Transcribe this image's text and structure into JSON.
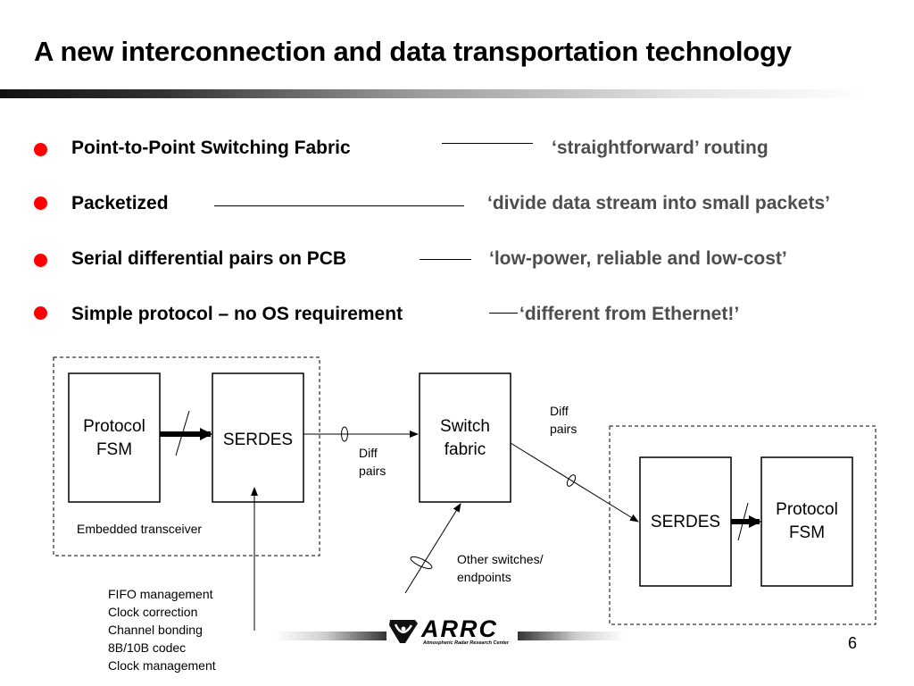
{
  "slide": {
    "title": "A new interconnection and data transportation technology",
    "page_number": "6"
  },
  "bullets": [
    {
      "text": "Point-to-Point Switching Fabric",
      "note": "‘straightforward’ routing"
    },
    {
      "text": "Packetized",
      "note": "‘divide data stream into small packets’"
    },
    {
      "text": "Serial differential pairs on PCB",
      "note": "‘low-power, reliable and low-cost’"
    },
    {
      "text": "Simple protocol – no OS requirement",
      "note": "‘different from Ethernet!’"
    }
  ],
  "diagram": {
    "left_protocol_fsm": {
      "line1": "Protocol",
      "line2": "FSM"
    },
    "left_serdes": "SERDES",
    "switch_fabric": {
      "line1": "Switch",
      "line2": "fabric"
    },
    "right_serdes": "SERDES",
    "right_protocol_fsm": {
      "line1": "Protocol",
      "line2": "FSM"
    },
    "embedded_transceiver": "Embedded transceiver",
    "diff_pairs_left": {
      "line1": "Diff",
      "line2": "pairs"
    },
    "diff_pairs_right": {
      "line1": "Diff",
      "line2": "pairs"
    },
    "other_switches": {
      "line1": "Other switches/",
      "line2": "endpoints"
    },
    "serdes_functions": [
      "FIFO management",
      "Clock correction",
      "Channel bonding",
      "8B/10B codec",
      "Clock management"
    ]
  },
  "logo": {
    "name": "ARRC",
    "subtitle": "Atmospheric Radar Research Center"
  },
  "colors": {
    "bullet": "#ff0000",
    "note_text": "#4d4d4d"
  }
}
